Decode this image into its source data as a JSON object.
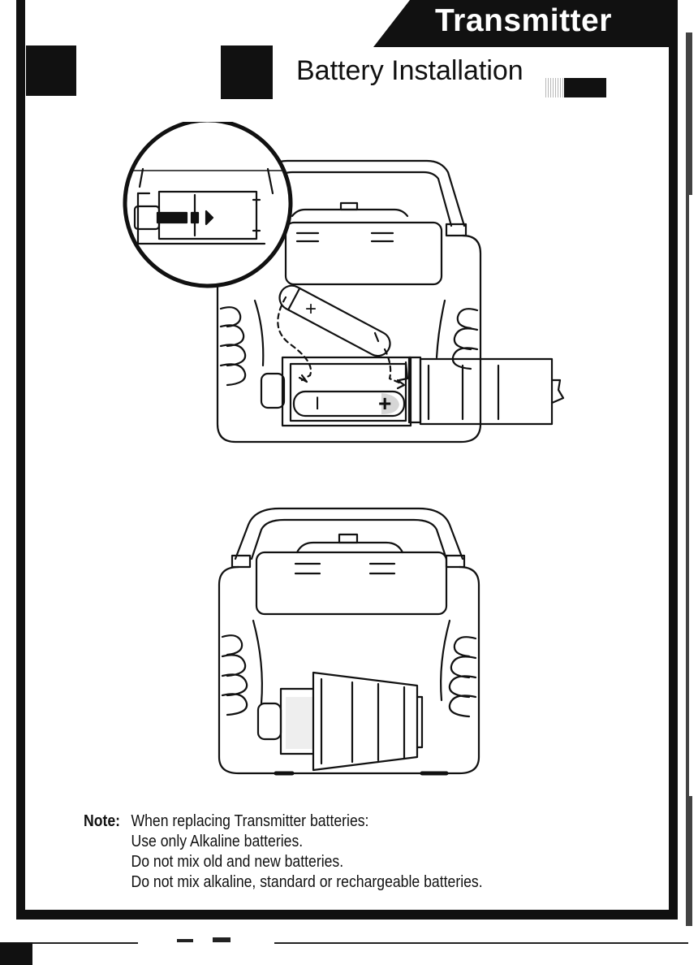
{
  "header": {
    "section_tab": "Transmitter",
    "title": "Battery Installation"
  },
  "note": {
    "label": "Note:",
    "lines": [
      "When replacing Transmitter batteries:",
      "Use only Alkaline batteries.",
      "Do not mix old and new batteries.",
      "Do not mix alkaline, standard or rechargeable batteries."
    ]
  },
  "figure1": {
    "plus_sign": "+",
    "minus_sign": "I"
  },
  "colors": {
    "ink": "#111111",
    "paper": "#ffffff"
  }
}
